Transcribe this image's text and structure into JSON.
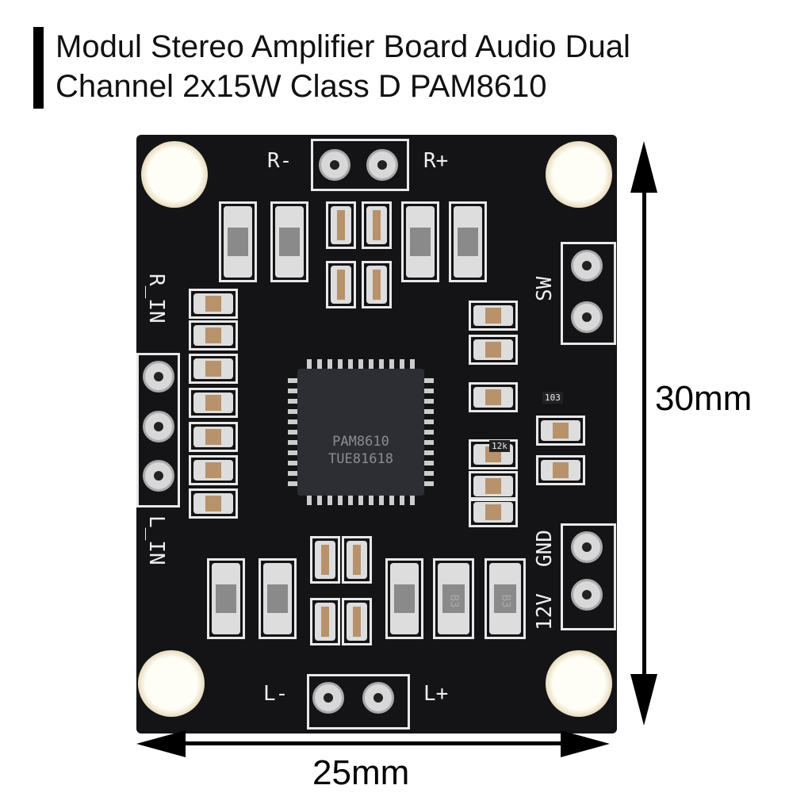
{
  "title": {
    "line1": "Modul Stereo Amplifier Board Audio Dual",
    "line2": "Channel 2x15W Class D PAM8610"
  },
  "board": {
    "labels": {
      "r_minus": "R-",
      "r_plus": "R+",
      "l_minus": "L-",
      "l_plus": "L+",
      "r_in": "R_IN",
      "l_in": "L_IN",
      "sw": "SW",
      "gnd": "GND",
      "v12": "12V"
    },
    "chip": {
      "line1": "PAM8610",
      "line2": "TUE81618"
    },
    "resistor_codes": {
      "r1": "103",
      "r2": "12k",
      "d1": "B3",
      "d2": "B3"
    }
  },
  "dimensions": {
    "height": "30mm",
    "width": "25mm"
  }
}
